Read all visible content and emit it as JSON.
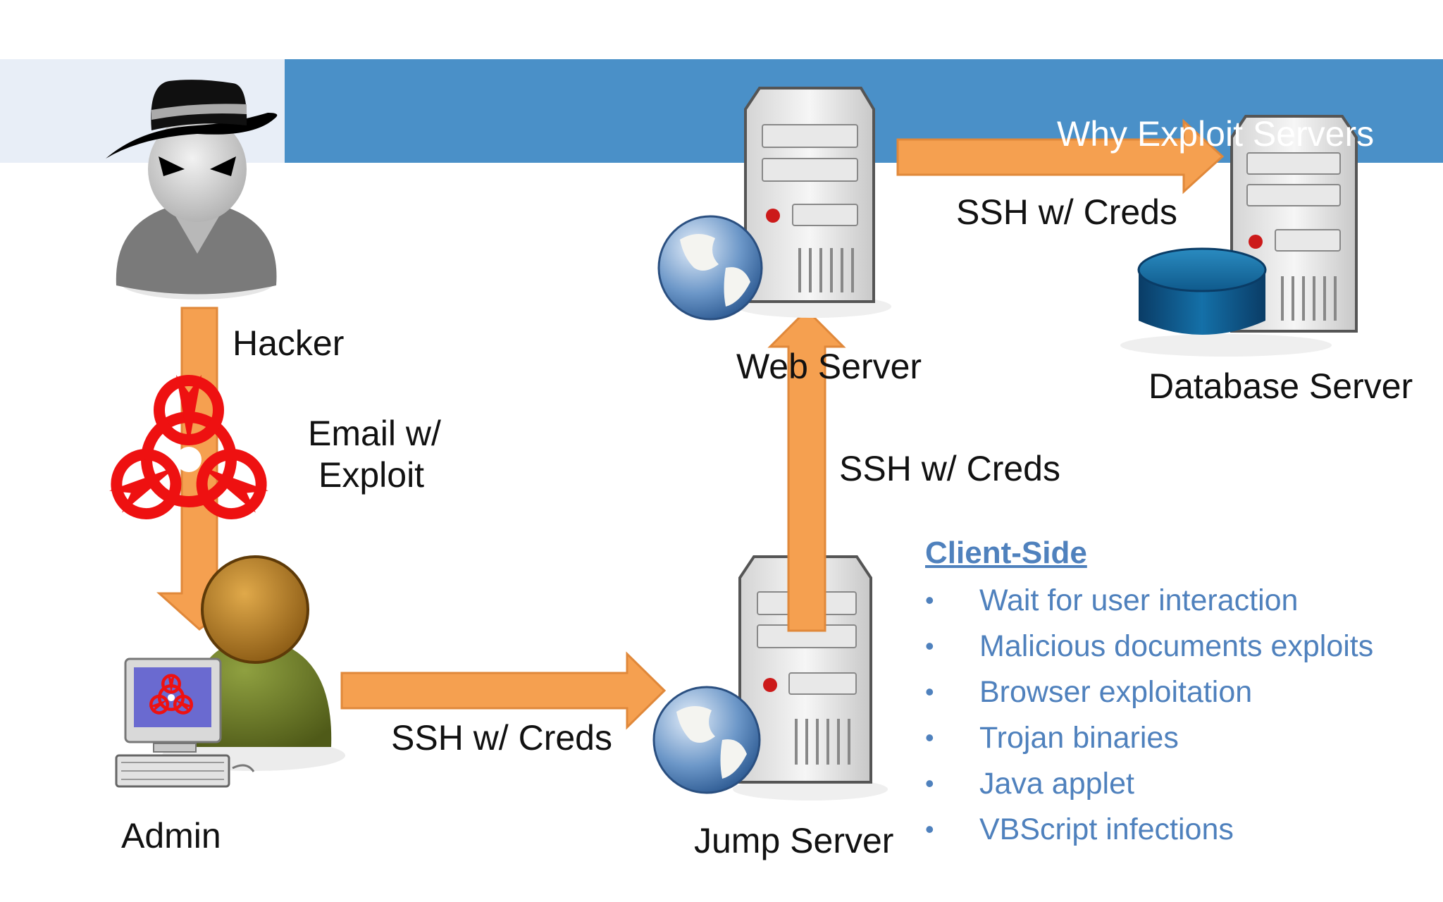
{
  "slide": {
    "title_partial": "Why Exploit Servers"
  },
  "nodes": {
    "hacker": "Hacker",
    "admin": "Admin",
    "jump_server": "Jump Server",
    "web_server": "Web Server",
    "database_server": "Database Server"
  },
  "edges": {
    "email_line1": "Email w/",
    "email_line2": "Exploit",
    "admin_to_jump": "SSH w/ Creds",
    "jump_to_web": "SSH w/ Creds",
    "web_to_db": "SSH w/ Creds"
  },
  "client_side": {
    "heading": "Client-Side",
    "bullet": "•",
    "items": [
      "Wait for user interaction",
      "Malicious documents exploits",
      "Browser exploitation",
      "Trojan binaries",
      "Java applet",
      "VBScript infections"
    ]
  },
  "colors": {
    "header_blue": "#4a90c8",
    "header_left": "#e8eef7",
    "arrow_orange": "#f5a050",
    "arrow_stroke": "#e0883a",
    "biohazard_red": "#ee1111",
    "text_blue": "#4f81bd"
  }
}
